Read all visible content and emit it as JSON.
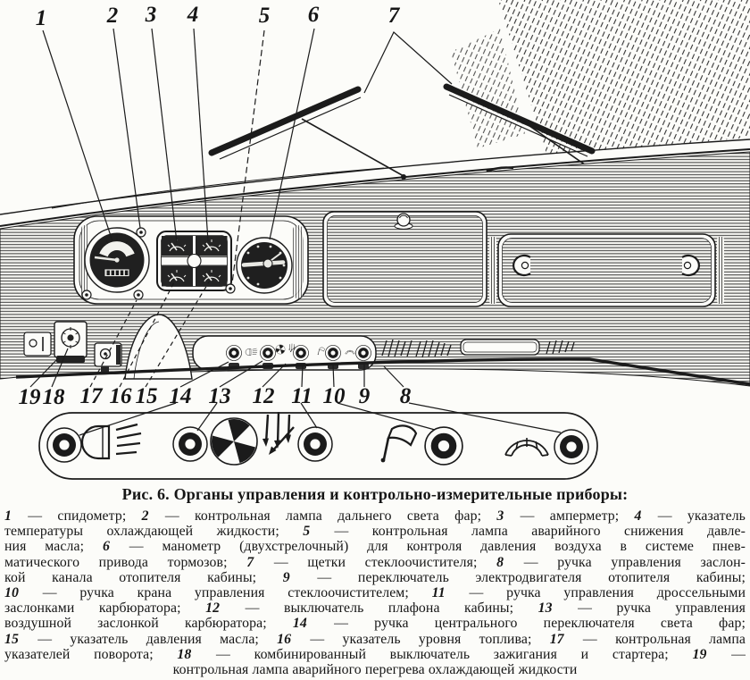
{
  "figure": {
    "number_label": "Рис. 6.",
    "title": "Органы управления и контрольно-измерительные приборы:",
    "legend_lines": [
      "1 — спидометр; 2 — контрольная лампа дальнего света фар; 3 — амперметр; 4 — указатель",
      "температуры охлаждающей жидкости; 5 — контрольная лампа аварийного снижения давле-",
      "ния масла; 6 — манометр (двухстрелочный) для контроля давления воздуха в системе пнев-",
      "матического привода тормозов; 7 — щетки стеклоочистителя; 8 — ручка управления заслон-",
      "кой канала отопителя кабины; 9 — переключатель электродвигателя отопителя кабины;",
      "10 — ручка крана управления стеклоочистителем; 11 — ручка управления дроссельными",
      "заслонками карбюратора; 12 — выключатель плафона кабины; 13 — ручка управления",
      "воздушной заслонкой карбюратора; 14 — ручка центрального переключателя света фар;",
      "15 — указатель давления масла; 16 — указатель уровня топлива; 17 — контрольная лампа",
      "указателей поворота; 18 — комбинированный выключатель зажигания и стартера; 19 —",
      "контрольная лампа аварийного перегрева охлаждающей жидкости"
    ]
  },
  "callouts": {
    "top": [
      "1",
      "2",
      "3",
      "4",
      "5",
      "6",
      "7"
    ],
    "bottom": [
      "19",
      "18",
      "17",
      "16",
      "15",
      "14",
      "13",
      "12",
      "11",
      "10",
      "9",
      "8"
    ]
  },
  "parts": {
    "1": "speedometer",
    "2": "high-beam-indicator-lamp",
    "3": "ammeter",
    "4": "coolant-temperature-gauge",
    "5": "oil-pressure-warning-lamp",
    "6": "air-pressure-gauge",
    "7": "wiper-blades",
    "8": "heater-flap-knob",
    "9": "heater-motor-switch",
    "10": "wiper-control-knob",
    "11": "throttle-knob",
    "12": "cab-lamp-switch",
    "13": "choke-knob",
    "14": "headlight-switch-knob",
    "15": "oil-pressure-gauge",
    "16": "fuel-level-gauge",
    "17": "turn-signal-indicator-lamp",
    "18": "ignition-starter-switch",
    "19": "overheat-warning-lamp"
  },
  "colors": {
    "ink": "#1b1b1b",
    "paper": "#fcfcf9"
  }
}
